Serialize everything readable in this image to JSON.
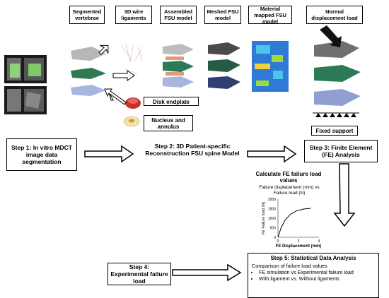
{
  "headers": {
    "segmented": "Segmented vertebrae",
    "wire": "3D wire ligaments",
    "assembled": "Assembled FSU model",
    "meshed": "Meshed FSU model",
    "material": "Material mapped FSU model",
    "normal": "Normal displacement load"
  },
  "labels": {
    "disk": "Disk endplate",
    "nucleus": "Nucleus and annulus",
    "fixed": "Fixed support"
  },
  "steps": {
    "s1": "Step 1: In vitro MDCT image data segmentation",
    "s2": "Step 2: 3D Patient-specific Reconstruction FSU spine Model",
    "s3": "Step 3: Finite Element (FE) Analysis",
    "s4": "Step 4: Experimental failure load",
    "s5_title": "Step 5: Statistical Data Analysis",
    "s5_intro": "Comparison of failure load values",
    "s5_bullets": [
      "FE simulation vs Experimental failure load",
      "With ligament vs. Without ligaments"
    ]
  },
  "fe_calc": {
    "title": "Calculate FE failure load values",
    "subtitle": "Failure displacement (mm) vs Failure load (N)"
  },
  "chart_data": {
    "type": "line",
    "xlabel": "FE Displacement (mm)",
    "ylabel": "FE Failure load (N)",
    "xticks": [
      "0",
      "2",
      "4"
    ],
    "yticks": [
      "0",
      "500",
      "1000",
      "1500",
      "2000"
    ],
    "xlim": [
      0,
      4
    ],
    "ylim": [
      0,
      2000
    ],
    "series": [
      {
        "x": [
          0,
          0.3,
          0.7,
          1.2,
          1.8,
          2.5,
          3.2
        ],
        "y": [
          0,
          500,
          900,
          1200,
          1380,
          1480,
          1520
        ]
      }
    ]
  }
}
